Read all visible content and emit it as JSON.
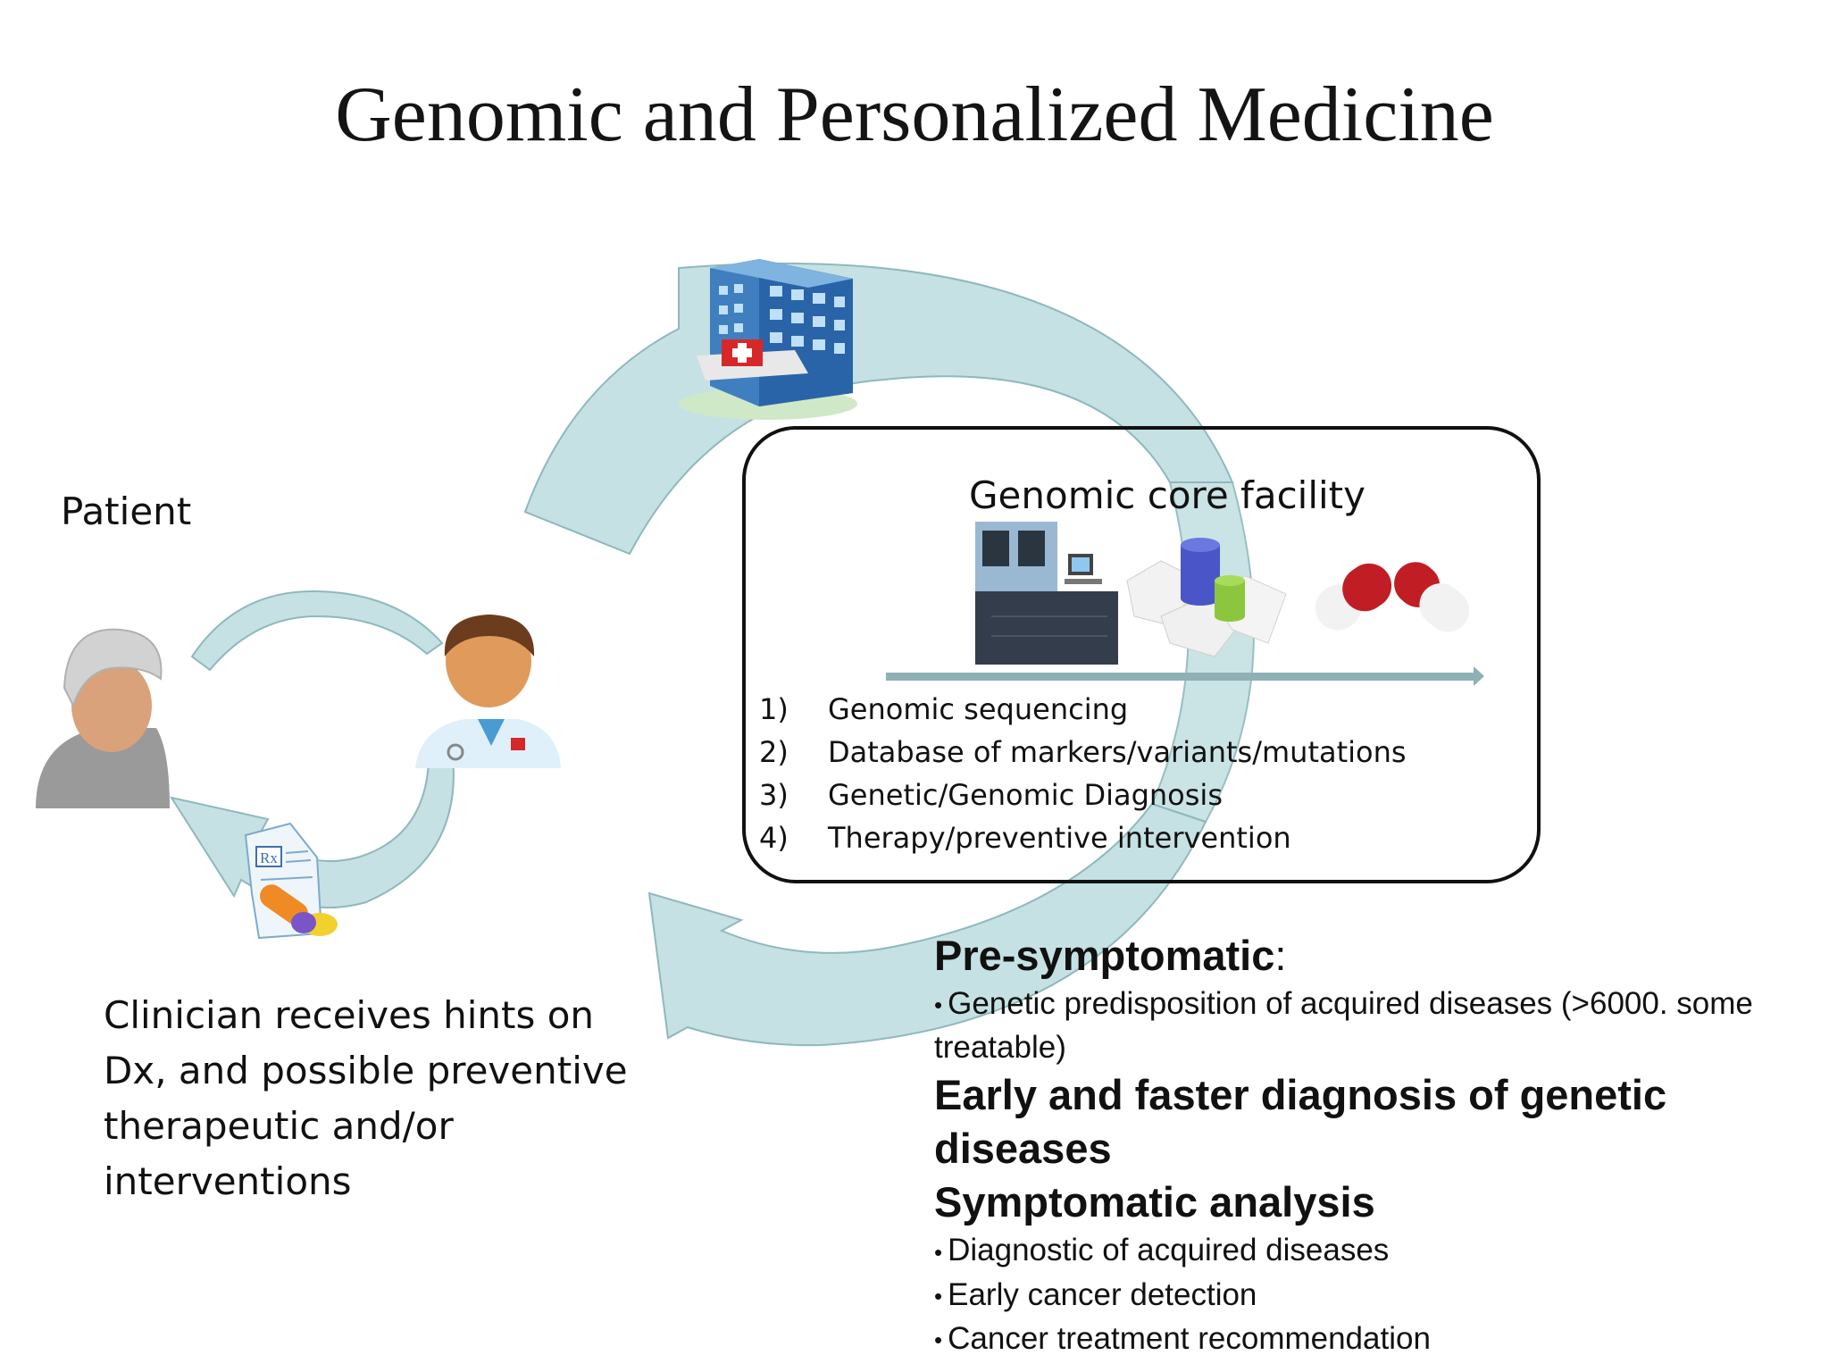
{
  "title": "Genomic and Personalized Medicine",
  "patient_label": "Patient",
  "clinician_text": "Clinician receives hints on Dx, and possible preventive therapeutic and/or interventions",
  "core_facility": {
    "title": "Genomic core facility",
    "steps": [
      {
        "num": "1)",
        "text": "Genomic sequencing"
      },
      {
        "num": "2)",
        "text": "Database of markers/variants/mutations"
      },
      {
        "num": "3)",
        "text": "Genetic/Genomic Diagnosis"
      },
      {
        "num": "4)",
        "text": "Therapy/preventive intervention"
      }
    ]
  },
  "info": {
    "presymptomatic_heading": "Pre-symptomatic",
    "presymptomatic_colon": ":",
    "presymptomatic_bullet": "Genetic predisposition of acquired diseases   (>6000. some treatable)",
    "early_heading": "Early and faster diagnosis of genetic diseases",
    "symptomatic_heading": "Symptomatic analysis",
    "symptomatic_bullets": [
      "Diagnostic of acquired diseases",
      "Early cancer detection",
      "Cancer treatment recommendation"
    ]
  },
  "colors": {
    "cycle_fill": "#c5e1e3",
    "cycle_stroke": "#8fb8bc",
    "arrow_line": "#8fb0b4",
    "box_border": "#111111"
  }
}
